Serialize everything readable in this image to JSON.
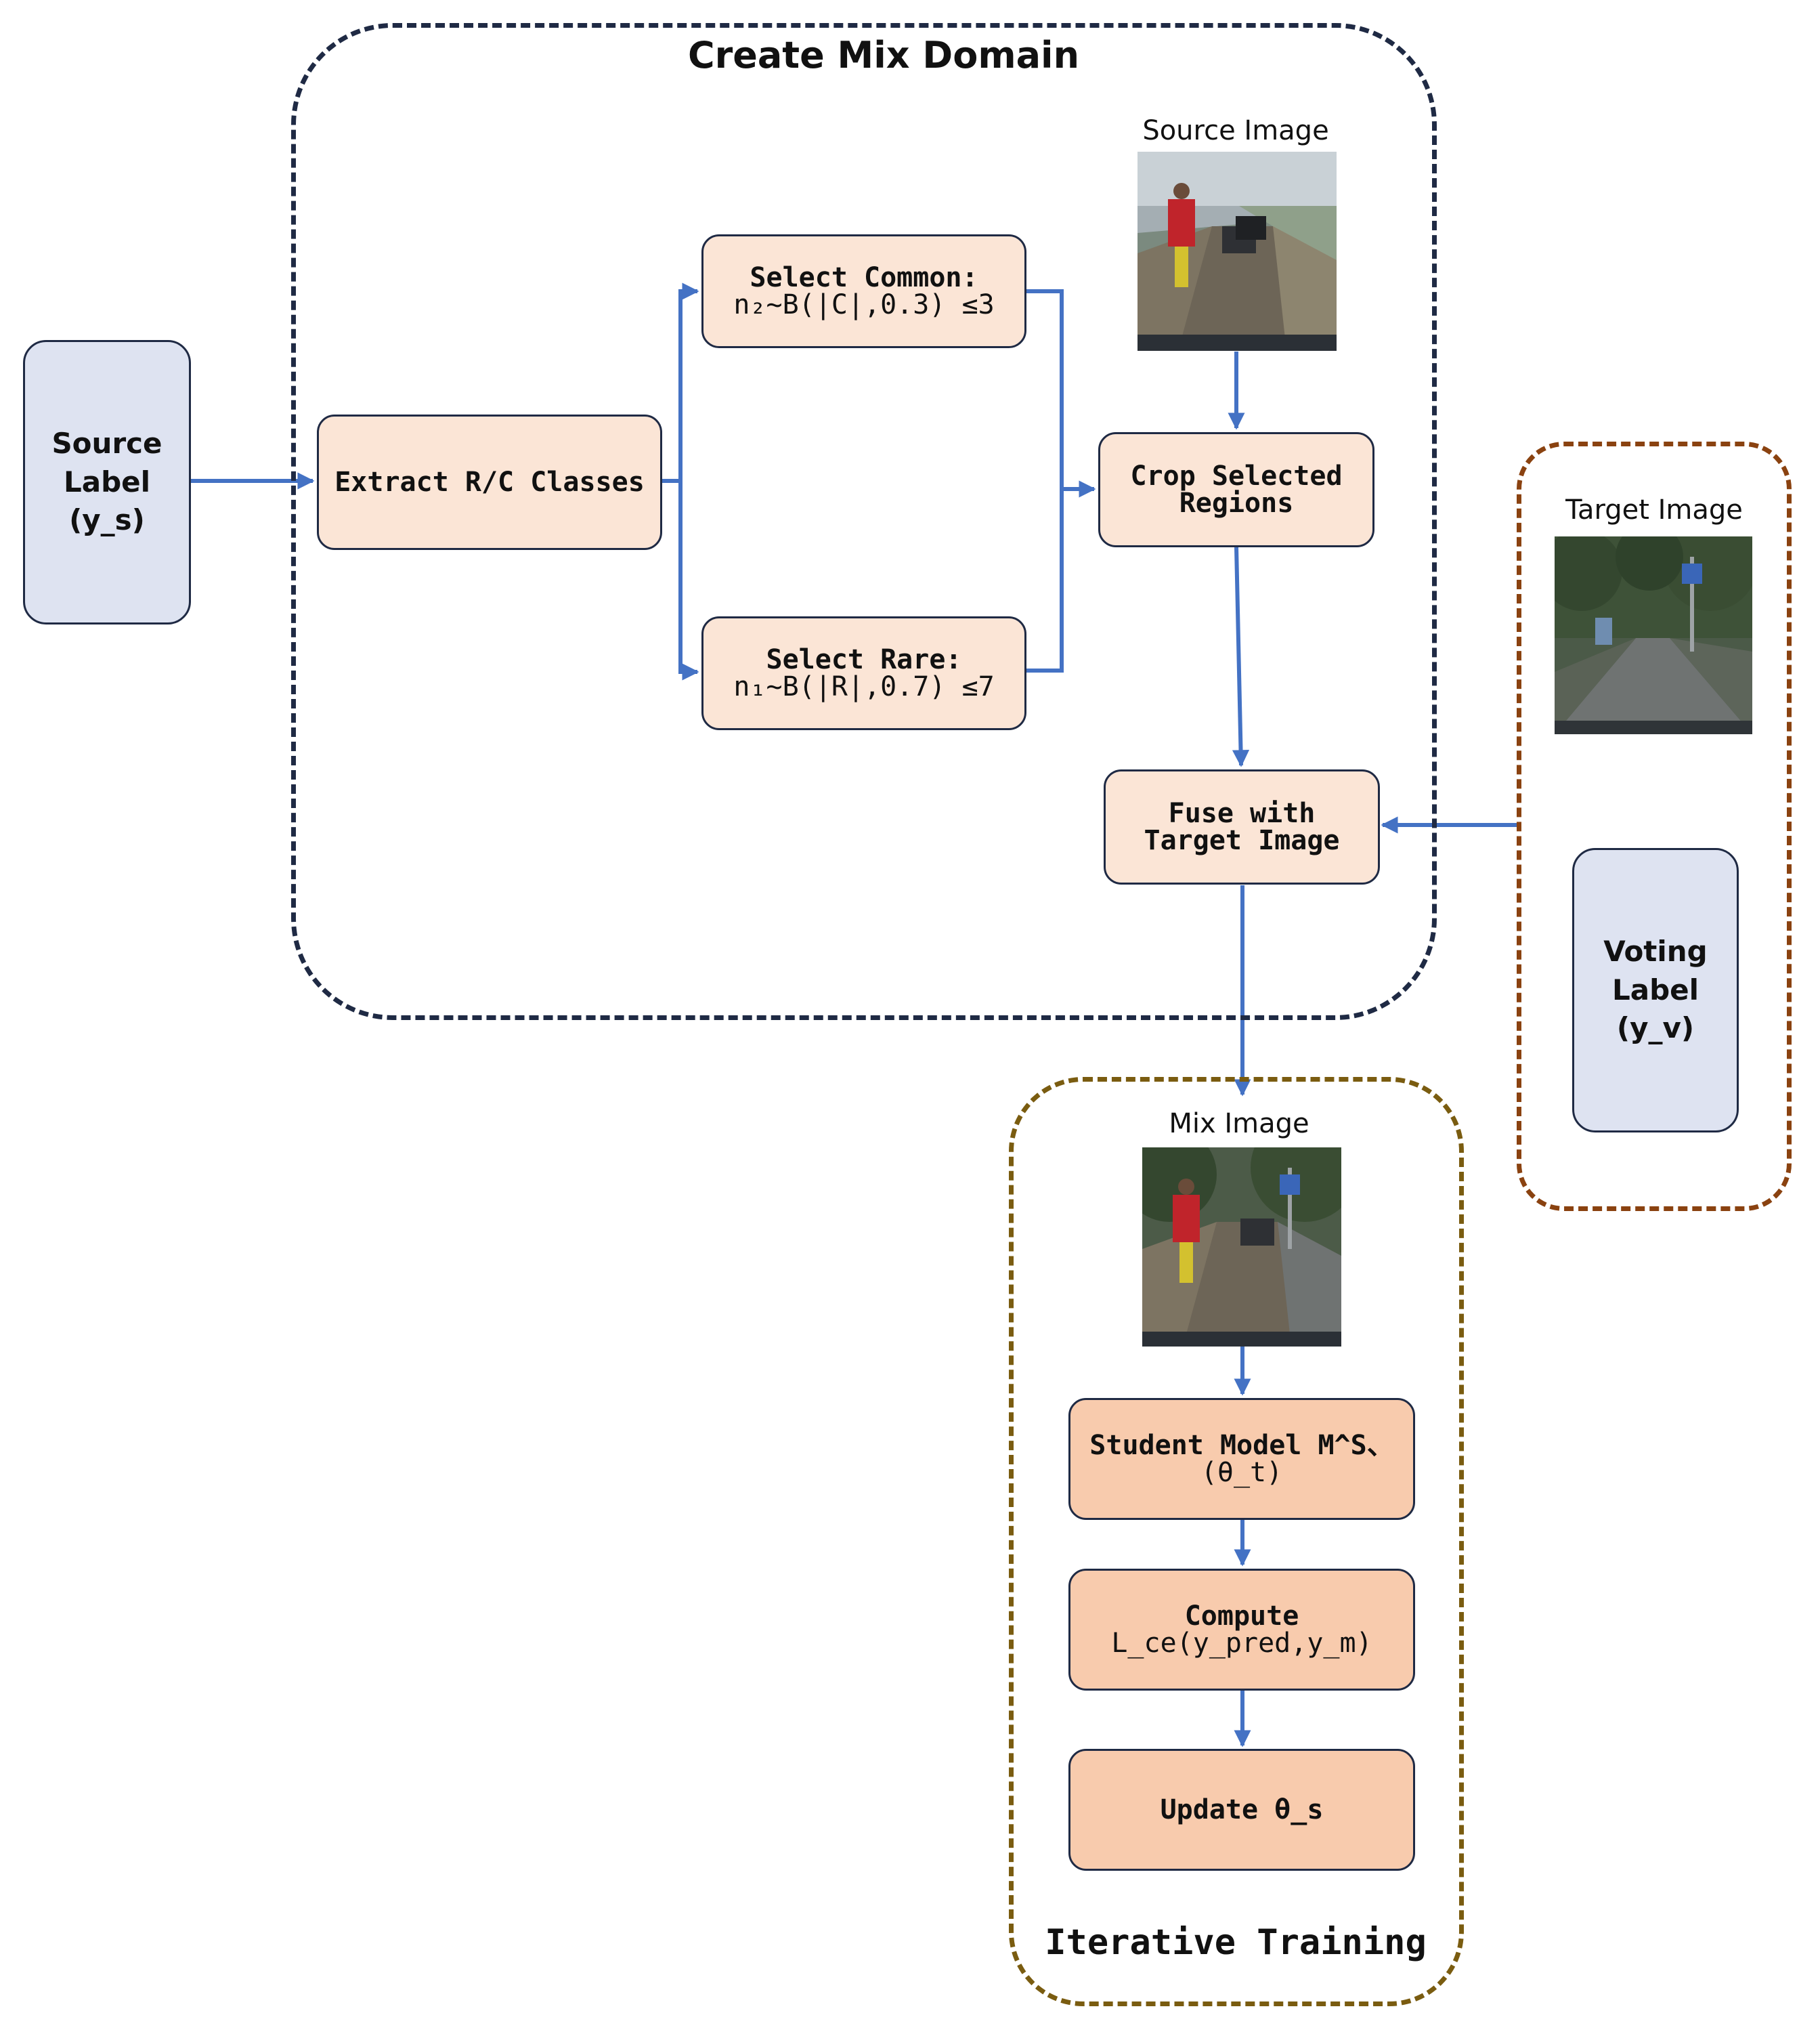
{
  "groups": {
    "create_mix": {
      "title": "Create Mix Domain",
      "color": "#1f2a44"
    },
    "iterative": {
      "title": "Iterative Training",
      "color": "#7a5c10"
    },
    "target": {
      "color": "#8a4210"
    }
  },
  "nodes": {
    "source_label": {
      "lines": [
        "Source",
        "Label",
        "(y_s)"
      ]
    },
    "extract": {
      "text": "Extract R/C Classes"
    },
    "select_common": {
      "line1": "Select Common:",
      "line2": "n₂~B(|C|,0.3) ≤3"
    },
    "select_rare": {
      "line1": "Select Rare:",
      "line2": "n₁~B(|R|,0.7) ≤7"
    },
    "crop": {
      "line1": "Crop Selected",
      "line2": "Regions"
    },
    "fuse": {
      "line1": "Fuse with",
      "line2": "Target Image"
    },
    "voting_label": {
      "lines": [
        "Voting",
        "Label",
        "(y_v)"
      ]
    },
    "student": {
      "line1": "Student Model M^S、",
      "line2": "(θ_t)"
    },
    "compute": {
      "line1": "Compute",
      "line2": "L_ce(y_pred,y_m)"
    },
    "update": {
      "text": "Update θ_s"
    }
  },
  "images": {
    "source": {
      "label": "Source Image"
    },
    "target": {
      "label": "Target Image"
    },
    "mix": {
      "label": "Mix Image"
    }
  },
  "colors": {
    "arrow": "#4472c4",
    "box_border": "#1f2a44",
    "peach": "#fbe5d6",
    "peach_dark": "#f8cbad",
    "lavender": "#dee3f1"
  }
}
